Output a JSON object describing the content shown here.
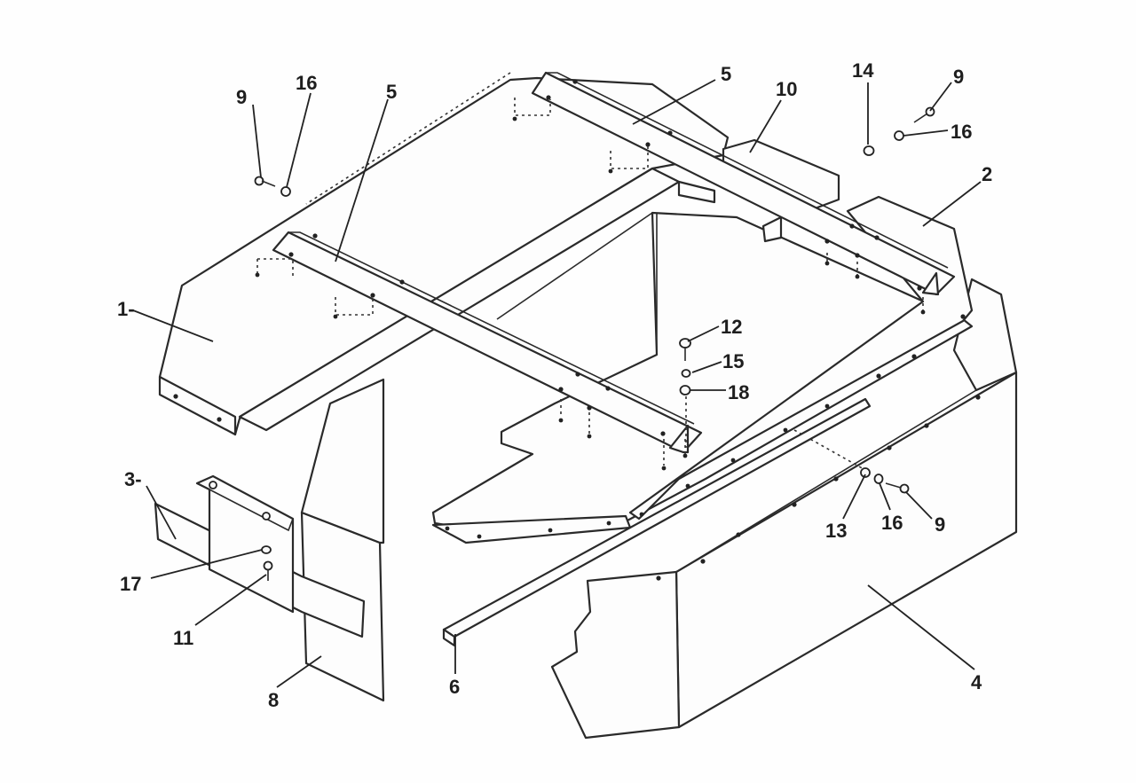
{
  "callouts": [
    {
      "key": "c1",
      "label": "1-"
    },
    {
      "key": "c2",
      "label": "2"
    },
    {
      "key": "c3",
      "label": "3-"
    },
    {
      "key": "c4",
      "label": "4"
    },
    {
      "key": "c5a",
      "label": "5"
    },
    {
      "key": "c5b",
      "label": "5"
    },
    {
      "key": "c6",
      "label": "6"
    },
    {
      "key": "c8",
      "label": "8"
    },
    {
      "key": "c9a",
      "label": "9"
    },
    {
      "key": "c9b",
      "label": "9"
    },
    {
      "key": "c9c",
      "label": "9"
    },
    {
      "key": "c10",
      "label": "10"
    },
    {
      "key": "c11",
      "label": "11"
    },
    {
      "key": "c12",
      "label": "12"
    },
    {
      "key": "c13",
      "label": "13"
    },
    {
      "key": "c14",
      "label": "14"
    },
    {
      "key": "c15",
      "label": "15"
    },
    {
      "key": "c16a",
      "label": "16"
    },
    {
      "key": "c16b",
      "label": "16"
    },
    {
      "key": "c16c",
      "label": "16"
    },
    {
      "key": "c17",
      "label": "17"
    },
    {
      "key": "c18",
      "label": "18"
    }
  ]
}
